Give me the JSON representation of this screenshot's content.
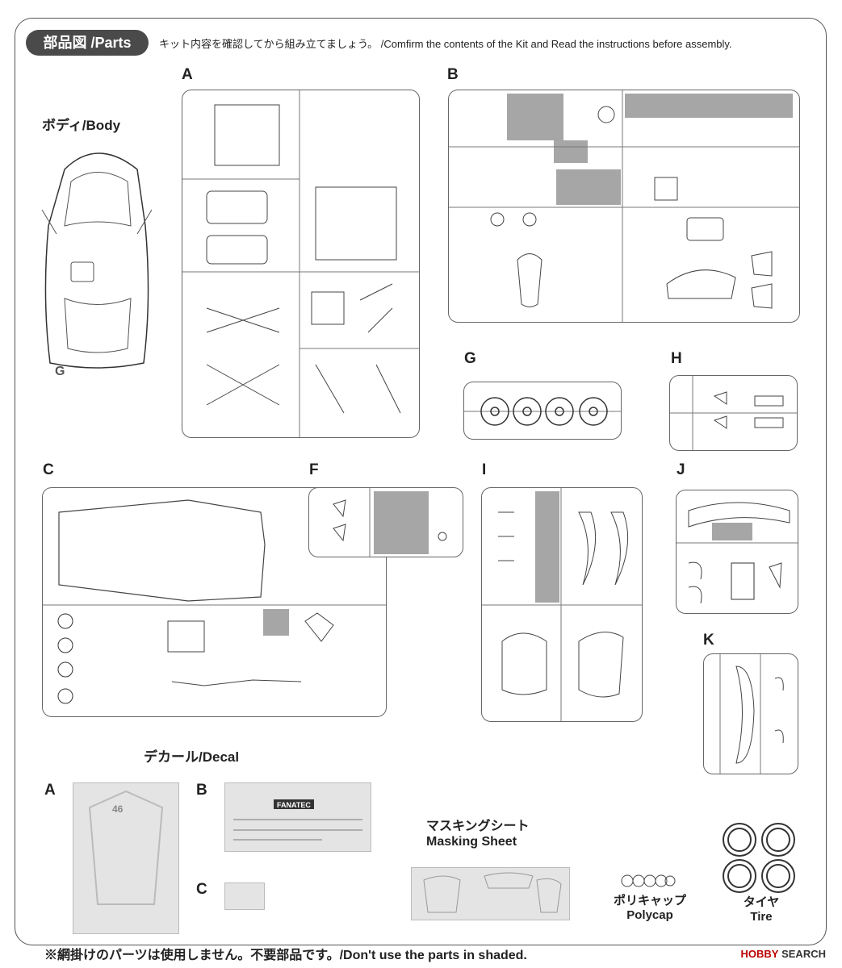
{
  "header": {
    "title": "部品図 /Parts",
    "instruction": "キット内容を確認してから組み立てましょう。 /Comfirm the contents of the Kit and Read the instructions before assembly."
  },
  "body_label": "ボディ/Body",
  "body_letter": "G",
  "runners": [
    "A",
    "B",
    "C",
    "F",
    "G",
    "H",
    "I",
    "J",
    "K"
  ],
  "decal": {
    "title": "デカール/Decal",
    "sheets": [
      "A",
      "B",
      "C"
    ],
    "b_text": "FANATEC"
  },
  "masking": {
    "label_jp": "マスキングシート",
    "label_en": "Masking Sheet"
  },
  "polycap": {
    "label_jp": "ポリキャップ",
    "label_en": "Polycap"
  },
  "tire": {
    "label_jp": "タイヤ",
    "label_en": "Tire"
  },
  "footer_note": "※網掛けのパーツは使用しません。不要部品です。/Don't use the parts in shaded.",
  "watermark": {
    "brand": "HOBBY",
    "suffix": "SEARCH"
  },
  "colors": {
    "shaded_parts": "#a6a6a6",
    "header_pill": "#4a4a4a",
    "decal_bg": "#e4e4e4"
  }
}
